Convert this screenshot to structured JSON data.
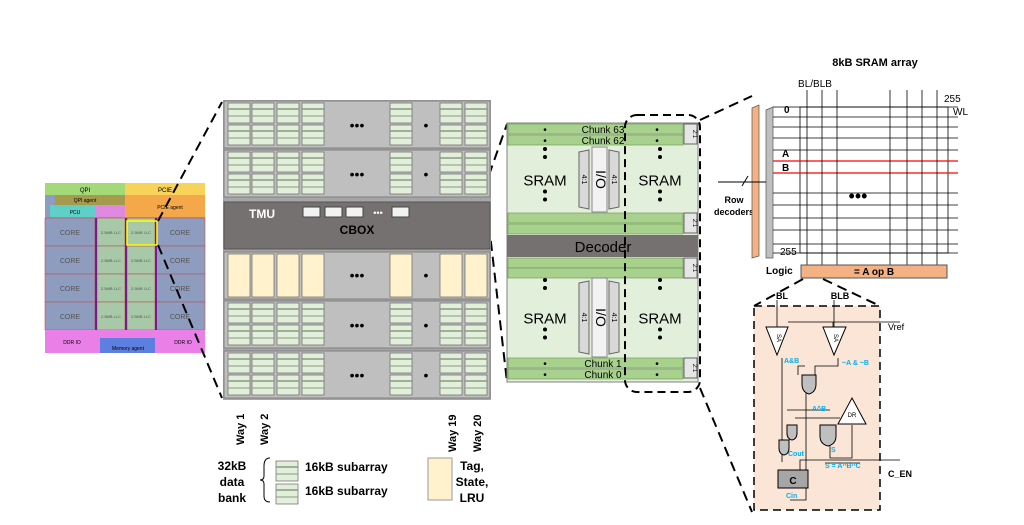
{
  "die": {
    "labels": {
      "qpi": "QPI",
      "qpi_agent": "QPI agent",
      "pcie": "PCIE",
      "pcie_agent": "PCIE agent",
      "pcu": "PCU",
      "core": "CORE",
      "llc": "2.5MB LLC",
      "ddr_io": "DDR IO",
      "memory_agent": "Memory agent"
    }
  },
  "slice": {
    "tmu": "TMU",
    "cbox": "CBOX",
    "dots": "•••",
    "dot": "•",
    "ways": [
      "Way 1",
      "Way 2",
      "Way 19",
      "Way 20"
    ]
  },
  "legend": {
    "data_bank": [
      "32kB",
      "data",
      "bank"
    ],
    "subarray": "16kB subarray",
    "tag": [
      "Tag,",
      "State,",
      "LRU"
    ]
  },
  "subarray": {
    "chunks_top": [
      "Chunk 63",
      "Chunk 62"
    ],
    "chunks_bottom": [
      "Chunk 1",
      "Chunk 0"
    ],
    "sram": "SRAM",
    "io": "I/O",
    "mux4": "4:1",
    "mux2": "2:1",
    "decoder": "Decoder"
  },
  "array": {
    "title": "8kB SRAM array",
    "bitline": "BL/BLB",
    "row0": "0",
    "col255": "255",
    "wl": "WL",
    "row_a": "A",
    "row_b": "B",
    "row255": "255",
    "row_decoders": [
      "Row",
      "decoders"
    ],
    "logic": "Logic",
    "logic_op": "= A op B",
    "dots": "•••"
  },
  "circuit": {
    "bl": "BL",
    "blb": "BLB",
    "vref": "Vref",
    "sa": "SA",
    "a_and_b": "A&B",
    "nota_and_notb": "~A & ~B",
    "a_xor_b": "A^B",
    "dr": "DR",
    "cout": "Cout",
    "s": "S",
    "sum": "S = A^B^C",
    "c_en": "C_EN",
    "c": "C",
    "cin": "Cin"
  },
  "colors": {
    "green": "#a9d18e",
    "light_green": "#e2efda",
    "tan": "#fff2cc",
    "gray": "#bfbfbf",
    "dark_gray": "#767171",
    "orange": "#f4b183",
    "peach": "#fbe5d6",
    "red": "#ff0000",
    "blue_text": "#00b0f0"
  }
}
